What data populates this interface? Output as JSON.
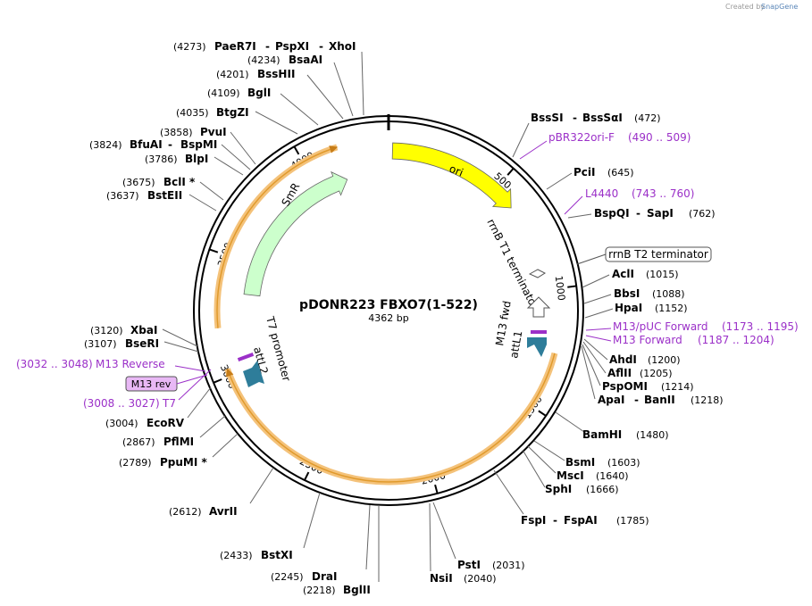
{
  "credit": {
    "prefix": "Created by",
    "brand": "SnapGene"
  },
  "plasmid": {
    "name": "pDONR223 FBXO7(1-522)",
    "length_label": "4362 bp"
  },
  "ticks": [
    {
      "label": "500",
      "pos": 500
    },
    {
      "label": "1000",
      "pos": 1000
    },
    {
      "label": "1500",
      "pos": 1500
    },
    {
      "label": "2000",
      "pos": 2000
    },
    {
      "label": "2500",
      "pos": 2500
    },
    {
      "label": "3000",
      "pos": 3000
    },
    {
      "label": "3500",
      "pos": 3500
    },
    {
      "label": "4000",
      "pos": 4000
    }
  ],
  "features": [
    {
      "name": "ori",
      "label": "ori",
      "start": 17,
      "end": 606,
      "color": "#ffff00",
      "type": "arrow"
    },
    {
      "name": "smr",
      "label": "SmR",
      "start": 3350,
      "end": 4150,
      "color": "#ccffcc",
      "type": "arrow"
    },
    {
      "name": "orange-cds-1",
      "label": "",
      "start": 1265,
      "end": 3030,
      "color": "#f4c27a",
      "type": "span"
    },
    {
      "name": "orange-cds-2",
      "label": "",
      "start": 3200,
      "end": 4150,
      "color": "#f4c27a",
      "type": "span"
    }
  ],
  "feature_labels": [
    {
      "name": "rrnb-t1-terminator",
      "label": "rrnB T1 terminator"
    },
    {
      "name": "rrnb-t2-terminator",
      "label": "rrnB T2 terminator"
    },
    {
      "name": "m13-fwd",
      "label": "M13 fwd"
    },
    {
      "name": "attl1",
      "label": "attL1"
    },
    {
      "name": "t7-promoter",
      "label": "T7 promoter"
    },
    {
      "name": "attl2",
      "label": "attL2"
    }
  ],
  "sites_right": [
    {
      "name": "BssSI",
      "name2": "BssSαI",
      "pos": "(472)"
    },
    {
      "name": "PciI",
      "name2": "",
      "pos": "(645)"
    },
    {
      "name": "BspQI",
      "name2": "SapI",
      "pos": "(762)"
    },
    {
      "name": "AclI",
      "name2": "",
      "pos": "(1015)"
    },
    {
      "name": "BbsI",
      "name2": "",
      "pos": "(1088)"
    },
    {
      "name": "HpaI",
      "name2": "",
      "pos": "(1152)"
    },
    {
      "name": "AhdI",
      "name2": "",
      "pos": "(1200)"
    },
    {
      "name": "AflII",
      "name2": "",
      "pos": "(1205)"
    },
    {
      "name": "PspOMI",
      "name2": "",
      "pos": "(1214)"
    },
    {
      "name": "ApaI",
      "name2": "BanII",
      "pos": "(1218)"
    },
    {
      "name": "BamHI",
      "name2": "",
      "pos": "(1480)"
    },
    {
      "name": "BsmI",
      "name2": "",
      "pos": "(1603)"
    },
    {
      "name": "MscI",
      "name2": "",
      "pos": "(1640)"
    },
    {
      "name": "SphI",
      "name2": "",
      "pos": "(1666)"
    },
    {
      "name": "FspI",
      "name2": "FspAI",
      "pos": "(1785)"
    },
    {
      "name": "PstI",
      "name2": "",
      "pos": "(2031)"
    },
    {
      "name": "NsiI",
      "name2": "",
      "pos": "(2040)"
    }
  ],
  "sites_left": [
    {
      "name": "BglII",
      "pos": "(2218)"
    },
    {
      "name": "DraI",
      "pos": "(2245)"
    },
    {
      "name": "BstXI",
      "pos": "(2433)"
    },
    {
      "name": "AvrII",
      "pos": "(2612)"
    },
    {
      "name": "PpuMI *",
      "pos": "(2789)"
    },
    {
      "name": "PflMI",
      "pos": "(2867)"
    },
    {
      "name": "EcoRV",
      "pos": "(3004)"
    },
    {
      "name": "BseRI",
      "pos": "(3107)"
    },
    {
      "name": "XbaI",
      "pos": "(3120)"
    },
    {
      "name": "BstEII",
      "pos": "(3637)"
    },
    {
      "name": "BclI *",
      "pos": "(3675)"
    },
    {
      "name": "BlpI",
      "pos": "(3786)"
    },
    {
      "name": "BfuAI",
      "name2": "BspMI",
      "pos": "(3824)"
    },
    {
      "name": "PvuI",
      "pos": "(3858)"
    },
    {
      "name": "BtgZI",
      "pos": "(4035)"
    },
    {
      "name": "BglI",
      "pos": "(4109)"
    },
    {
      "name": "BssHII",
      "pos": "(4201)"
    },
    {
      "name": "BsaAI",
      "pos": "(4234)"
    },
    {
      "name": "PaeR7I",
      "name2": "PspXI",
      "name3": "XhoI",
      "pos": "(4273)"
    }
  ],
  "primers": [
    {
      "name": "pBR322ori-F",
      "range": "(490 .. 509)"
    },
    {
      "name": "L4440",
      "range": "(743 .. 760)"
    },
    {
      "name": "M13/pUC Forward",
      "range": "(1173 .. 1195)"
    },
    {
      "name": "M13 Forward",
      "range": "(1187 .. 1204)"
    },
    {
      "name": "M13 Reverse",
      "range": "(3032 .. 3048)"
    },
    {
      "name": "M13 rev",
      "range": ""
    },
    {
      "name": "T7",
      "range": "(3008 .. 3027)"
    }
  ],
  "colors": {
    "primer": "#9b30c8",
    "attl": "#2e7d9a",
    "orange_outline": "#e09a2c"
  }
}
